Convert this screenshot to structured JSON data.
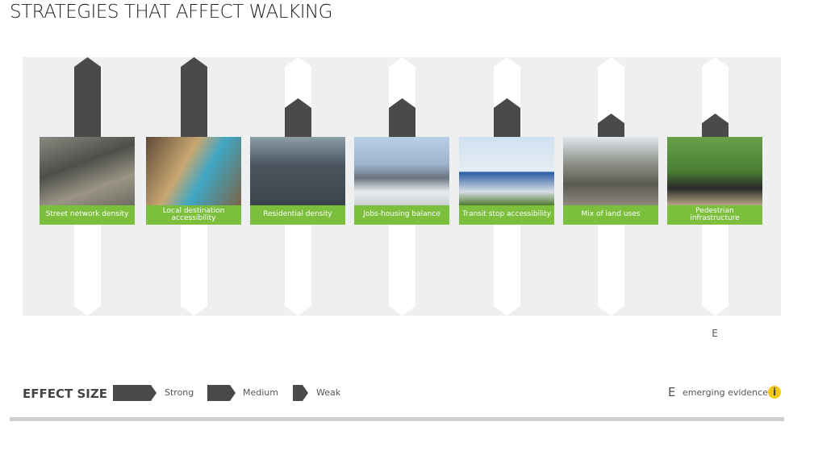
{
  "title": "STRATEGIES THAT AFFECT WALKING",
  "strategies": [
    {
      "label": "Street network density",
      "effect": "strong",
      "emerging": false
    },
    {
      "label": "Local destination accessibility",
      "effect": "strong",
      "emerging": false
    },
    {
      "label": "Residential density",
      "effect": "medium",
      "emerging": false
    },
    {
      "label": "Jobs-housing balance",
      "effect": "medium",
      "emerging": false
    },
    {
      "label": "Transit stop accessibility",
      "effect": "medium",
      "emerging": false
    },
    {
      "label": "Mix of land uses",
      "effect": "weak",
      "emerging": false
    },
    {
      "label": "Pedestrian infrastructure",
      "effect": "weak",
      "emerging": true
    }
  ],
  "emerging_mark": "E",
  "legend": {
    "title": "EFFECT SIZE",
    "strong": "Strong",
    "medium": "Medium",
    "weak": "Weak",
    "emerging_mark": "E",
    "emerging": "emerging evidence",
    "info": "i"
  },
  "colors": {
    "green": "#7cbf3d",
    "dark": "#4a4a4a",
    "info": "#f2c814"
  }
}
